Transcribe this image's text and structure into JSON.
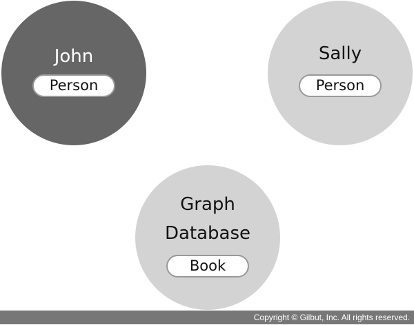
{
  "nodes": [
    {
      "name": "John",
      "label": "Person",
      "fill": "#666666"
    },
    {
      "name": "Sally",
      "label": "Person",
      "fill": "#d3d3d3"
    },
    {
      "name_lines": [
        "Graph",
        "Database"
      ],
      "label": "Book",
      "fill": "#d3d3d3"
    }
  ],
  "footer": {
    "copyright": "Copyright © Gilbut, Inc. All rights reserved."
  }
}
